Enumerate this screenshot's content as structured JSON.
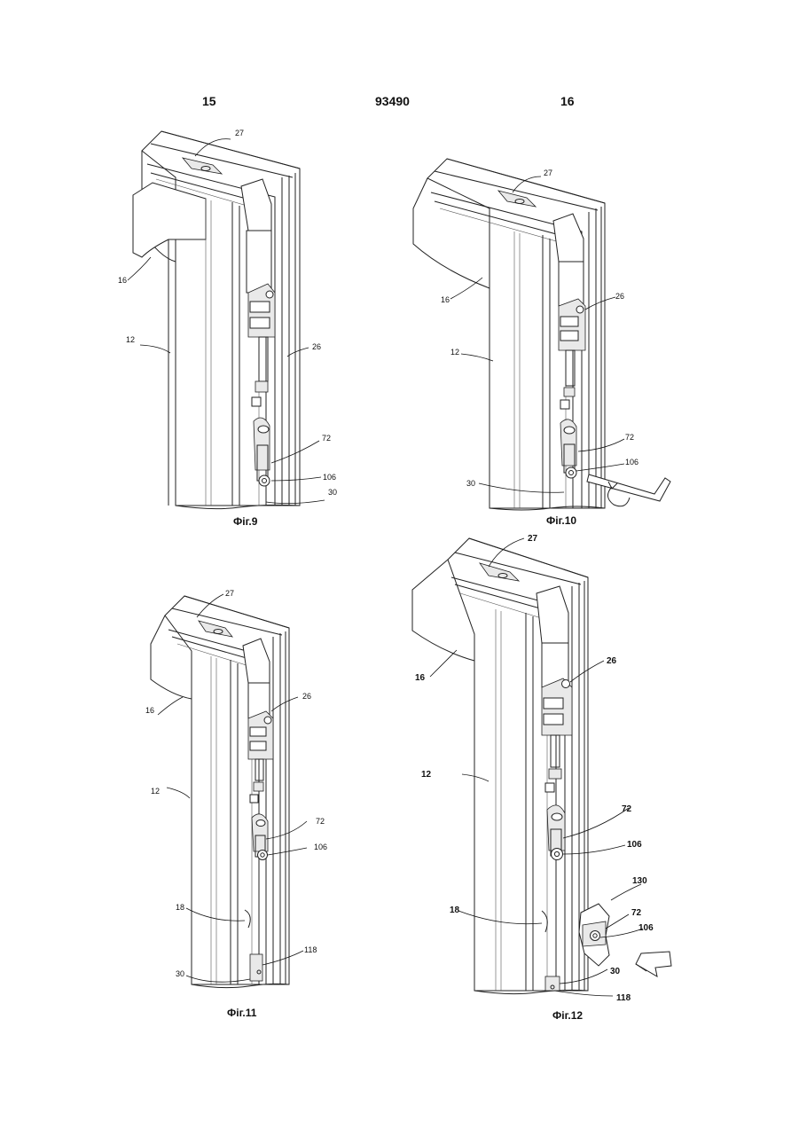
{
  "header": {
    "left": "15",
    "center": "93490",
    "right": "16"
  },
  "figures": [
    {
      "caption": "Фіг.9",
      "labels": {
        "l27": "27",
        "l16": "16",
        "l12": "12",
        "l26": "26",
        "l72": "72",
        "l106": "106",
        "l30": "30"
      }
    },
    {
      "caption": "Фіг.10",
      "labels": {
        "l27": "27",
        "l16": "16",
        "l12": "12",
        "l26": "26",
        "l72": "72",
        "l106": "106",
        "l30": "30"
      }
    },
    {
      "caption": "Фіг.11",
      "labels": {
        "l27": "27",
        "l16": "16",
        "l12": "12",
        "l26": "26",
        "l72": "72",
        "l106": "106",
        "l18": "18",
        "l118": "118",
        "l30": "30"
      }
    },
    {
      "caption": "Фіг.12",
      "labels": {
        "l27": "27",
        "l16": "16",
        "l12": "12",
        "l26": "26",
        "l72": "72",
        "l106": "106",
        "l130": "130",
        "l72b": "72",
        "l106b": "106",
        "l18": "18",
        "l30": "30",
        "l118": "118"
      }
    }
  ]
}
